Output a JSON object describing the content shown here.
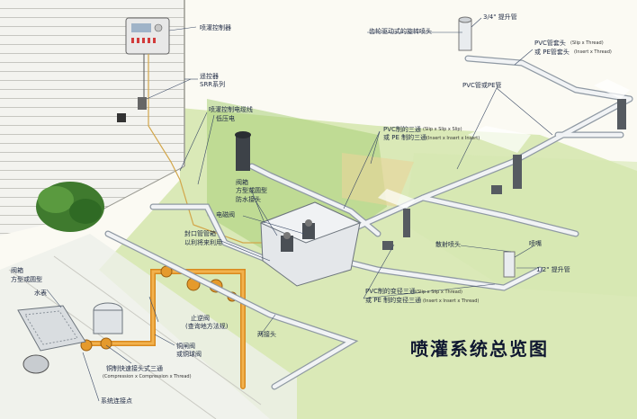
{
  "title": "喷灌系统总览图",
  "labels": {
    "controller": "喷灌控制器",
    "remote": "遥控器",
    "remote_series": "SRR系列",
    "wire": "喷灌控制电缆线",
    "low_voltage": "低压电",
    "gear_head": "齿轮驱动式的旋转喷头",
    "riser_34": "3/4\" 提升管",
    "pvc_fitting": "PVC管套头",
    "slip_thread": "(Slip x Thread)",
    "pe_fitting": "或 PE管套头",
    "insert_thread": "(Insert x Thread)",
    "pvc_pe_pipe": "PVC管或PE管",
    "pvc_tee": "PVC制的三通",
    "slip3": "(Slip x Slip x Slip)",
    "pe_tee": "或 PE 制的三通",
    "insert3": "(Insert x Insert x Insert)",
    "valve_box_a": "阀箱",
    "valve_box_b": "方型或圆型",
    "waterproof_joint": "防水接头",
    "solenoid_valve": "电磁阀",
    "capped_tee_a": "封口管管箱",
    "capped_tee_b": "以利将来利用",
    "spray_head": "散射喷头",
    "nozzle": "喷嘴",
    "riser_12": "1/2\" 提升管",
    "pvc_reducing_tee": "PVC制的变径三通",
    "slip_slip_thread": "(Slip x Slip x Thread)",
    "pe_reducing_tee": "或 PE 制的变径三通",
    "insert_insert_thread": "(Insert x Insert x Thread)",
    "meter_box_a": "阀箱",
    "meter_box_b": "方型或圆型",
    "water_meter": "水表",
    "check_valve": "止逆阀",
    "check_valve_note": "(查询地方法规)",
    "brass_valve_a": "铜闸阀",
    "brass_valve_b": "或铜球阀",
    "brass_tee": "铜制快速接头式三通",
    "compression_thread": "(Compression x Compression x Thread)",
    "connection_point": "系统连接点",
    "flex_joint": "两接头"
  },
  "colors": {
    "pipe": "#e9ecef",
    "pipe_edge": "#8f99a3",
    "copper": "#e59a2c",
    "grass": "#bcd98f",
    "wall": "#f1f1ee",
    "leader": "#3b4a66",
    "title": "#0f1730"
  }
}
